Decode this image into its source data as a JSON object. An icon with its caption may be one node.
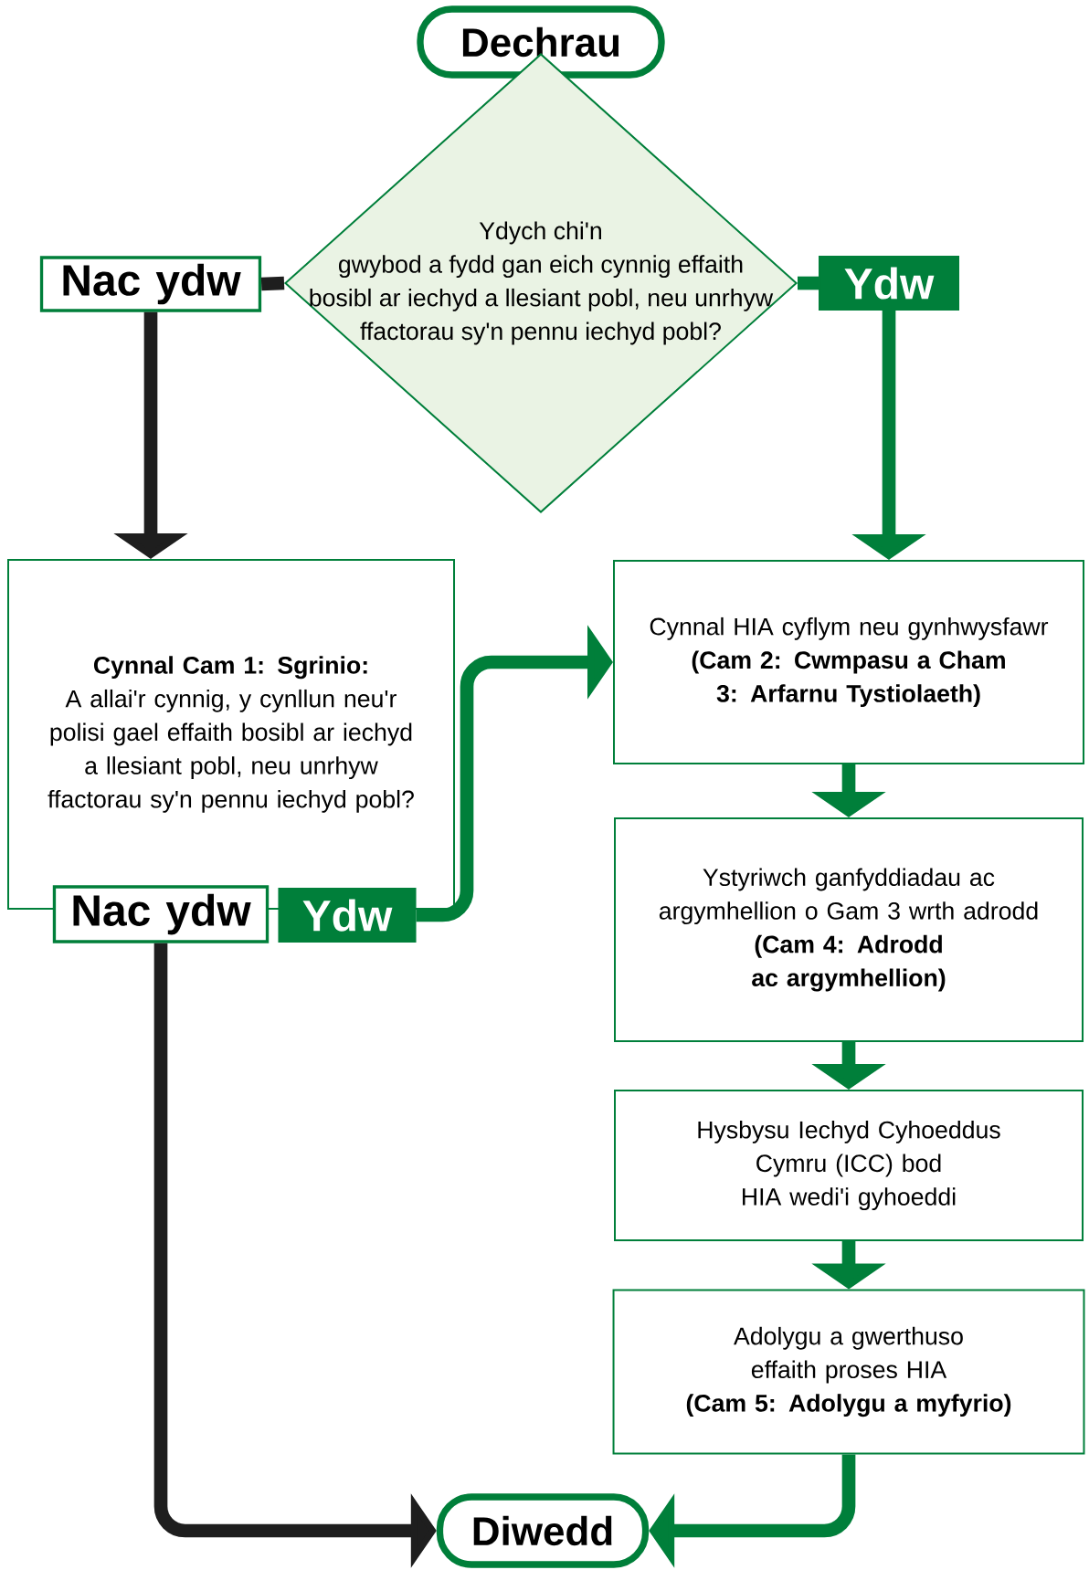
{
  "diagram": {
    "nodes": [
      {
        "text": [
          "Dechrau"
        ]
      },
      {
        "text": [
          "Ydych chi'n gwybod a fydd gan eich cynnig effaith bosibl ar iechyd a llesiant pobl, neu unrhyw ffactorau sy'n pennu iechyd pobl?"
        ]
      },
      {
        "text": [
          "Nac ydw"
        ]
      },
      {
        "text": [
          "Ydw"
        ]
      },
      {
        "text": [
          "Cynnal Cam 1: Sgrinio:",
          "A allai'r cynnig, y cynllun neu'r polisi gael effaith bosibl ar iechyd a llesiant pobl, neu unrhyw ffactorau sy'n pennu iechyd pobl?"
        ]
      },
      {
        "text": [
          "Nac ydw"
        ]
      },
      {
        "text": [
          "Ydw"
        ]
      },
      {
        "text": [
          "Cynnal HIA cyflym neu gynhwysfawr",
          "(Cam 2: Cwmpasu a Cham 3: Arfarnu Tystiolaeth)"
        ]
      },
      {
        "text": [
          "Ystyriwch ganfyddiadau ac argymhellion o Gam 3 wrth adrodd",
          "(Cam 4: Adrodd ac argymhellion)"
        ]
      },
      {
        "text": [
          "Hysbysu Iechyd Cyhoeddus Cymru (ICC) bod HIA wedi'i gyhoeddi"
        ]
      },
      {
        "text": [
          "Adolygu a gwerthuso effaith proses HIA",
          "(Cam 5: Adolygu a myfyrio)"
        ]
      },
      {
        "text": [
          "Diwedd"
        ]
      }
    ],
    "edges": [
      {
        "from": 1,
        "to": 2,
        "arrow": "none",
        "color": "#1e1e1e"
      },
      {
        "from": 1,
        "to": 3,
        "arrow": "none"
      },
      {
        "from": 2,
        "to": 4,
        "arrow": "to",
        "color": "#1e1e1e"
      },
      {
        "from": 3,
        "to": 7,
        "arrow": "to"
      },
      {
        "from": 6,
        "to": 7,
        "arrow": "to"
      },
      {
        "from": 5,
        "to": 11,
        "arrow": "to",
        "color": "#1e1e1e"
      },
      {
        "from": 7,
        "to": 8,
        "arrow": "to"
      },
      {
        "from": 8,
        "to": 9,
        "arrow": "to"
      },
      {
        "from": 9,
        "to": 10,
        "arrow": "to"
      },
      {
        "from": 10,
        "to": 11,
        "arrow": "to"
      }
    ]
  }
}
